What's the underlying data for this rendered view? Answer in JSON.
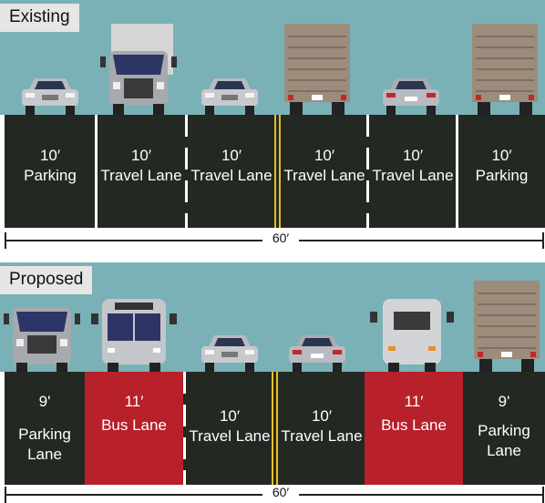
{
  "existing": {
    "title": "Existing",
    "lanes": [
      {
        "width": "10′",
        "name": "Parking"
      },
      {
        "width": "10′",
        "name": "Travel Lane"
      },
      {
        "width": "10′",
        "name": "Travel Lane"
      },
      {
        "width": "10′",
        "name": "Travel Lane"
      },
      {
        "width": "10′",
        "name": "Travel Lane"
      },
      {
        "width": "10′",
        "name": "Parking"
      }
    ],
    "total": "60′"
  },
  "proposed": {
    "title": "Proposed",
    "lanes": [
      {
        "width": "9'",
        "name": "Parking Lane"
      },
      {
        "width": "11′",
        "name": "Bus Lane"
      },
      {
        "width": "10′",
        "name": "Travel Lane"
      },
      {
        "width": "10′",
        "name": "Travel Lane"
      },
      {
        "width": "11′",
        "name": "Bus Lane"
      },
      {
        "width": "9'",
        "name": "Parking Lane"
      }
    ],
    "total": "60′"
  },
  "colors": {
    "sky": "#7ab1b6",
    "road": "#232823",
    "bus_lane": "#b8202a",
    "center_line": "#e6c020"
  }
}
